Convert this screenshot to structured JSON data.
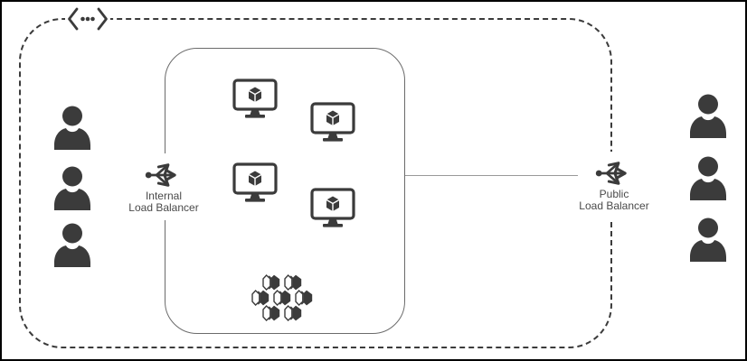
{
  "labels": {
    "internal_lb": {
      "line1": "Internal",
      "line2": "Load Balancer"
    },
    "public_lb": {
      "line1": "Public",
      "line2": "Load Balancer"
    }
  },
  "icons": {
    "virtual_network": "angle-brackets-with-three-dots",
    "load_balancer": "dot-with-three-branching-arrows",
    "virtual_machine": "monitor-with-3d-cube",
    "cluster": "honeycomb-of-seven-hex-prisms",
    "user": "person-silhouette"
  },
  "counts": {
    "left_users": 3,
    "right_users": 3,
    "virtual_machines": 4,
    "cluster_nodes": 7
  },
  "colors": {
    "icon": "#3b3b3b",
    "outer_dashed_border": "#3b3b3b",
    "inner_border": "#6b6b6b",
    "connector_line": "#999999",
    "label_text": "#4a4a4a",
    "background": "#ffffff",
    "frame": "#000000"
  }
}
